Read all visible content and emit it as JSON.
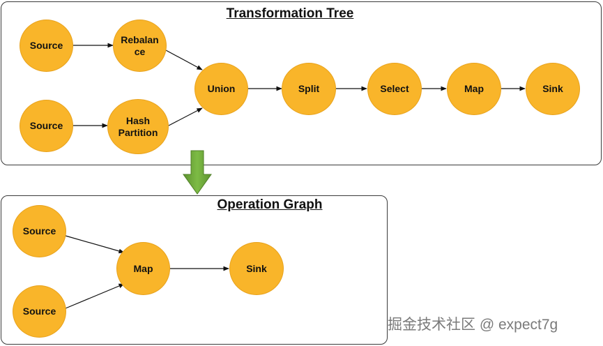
{
  "colors": {
    "node_fill": "#F9B52A",
    "node_border": "#E8A21C",
    "transition_arrow": "#6FA83A"
  },
  "transformation_tree": {
    "title": "Transformation Tree",
    "nodes": {
      "source1": "Source",
      "rebalance": "Rebalan\nce",
      "source2": "Source",
      "hash_partition": "Hash\nPartition",
      "union": "Union",
      "split": "Split",
      "select": "Select",
      "map": "Map",
      "sink": "Sink"
    }
  },
  "operation_graph": {
    "title": "Operation Graph",
    "nodes": {
      "source1": "Source",
      "source2": "Source",
      "map": "Map",
      "sink": "Sink"
    }
  },
  "watermark": "掘金技术社区 @ expect7g"
}
